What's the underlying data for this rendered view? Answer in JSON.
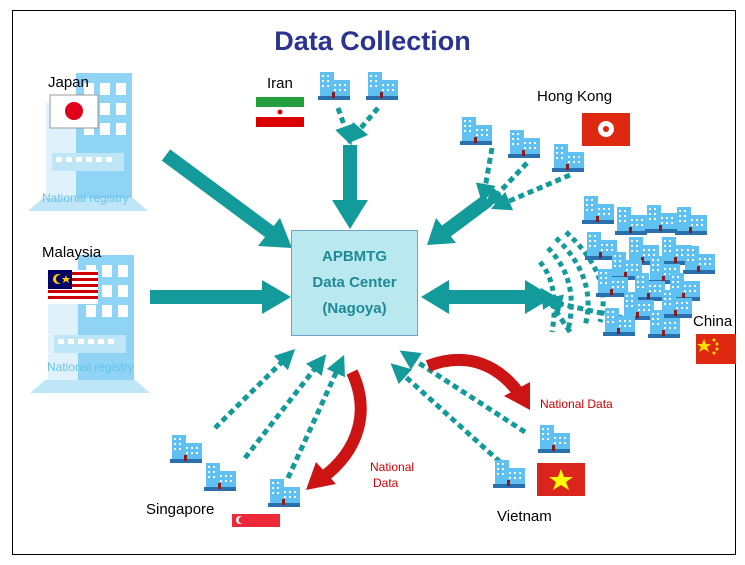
{
  "title": "Data Collection",
  "data_center": {
    "line1": "APBMTG",
    "line2": "Data Center",
    "line3": "(Nagoya)"
  },
  "countries": {
    "japan": "Japan",
    "iran": "Iran",
    "hong_kong": "Hong Kong",
    "malaysia": "Malaysia",
    "china": "China",
    "singapore": "Singapore",
    "vietnam": "Vietnam"
  },
  "registry_label": "National registry",
  "national_data_label": "National Data",
  "national_data_split": [
    "National",
    "Data"
  ],
  "colors": {
    "title": "#2b3390",
    "arrow": "#139a9a",
    "national_data_arrow": "#cc1414",
    "building": "#5fc0f2",
    "registry_text": "#66c2ee",
    "data_center_fill": "#b9e8ef",
    "data_center_text": "#1e8a96"
  }
}
